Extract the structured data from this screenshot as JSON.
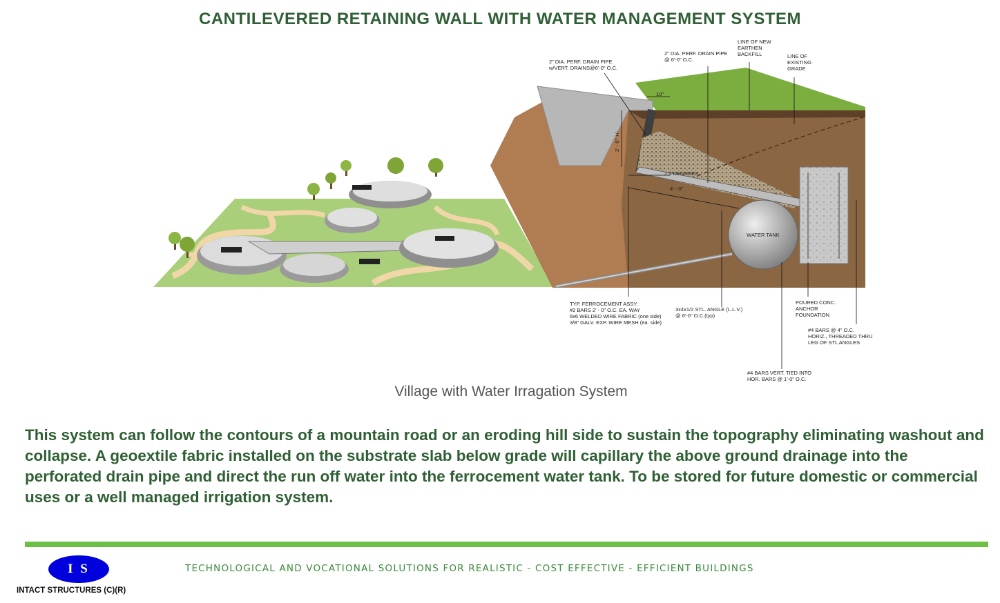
{
  "header": {
    "title": "CANTILEVERED RETAINING WALL WITH WATER MANAGEMENT SYSTEM"
  },
  "diagram": {
    "labels": {
      "drain_pipe_vert": [
        "2\" DIA. PERF. DRAIN PIPE",
        "w/VERT. DRAINS@6'-0\" O.C."
      ],
      "drain_pipe": [
        "2\" DIA. PERF. DRAIN PIPE",
        "@ 6'-0\" O.C."
      ],
      "new_backfill": [
        "LINE OF NEW",
        "EARTHEN",
        "BACKFILL"
      ],
      "existing_grade": [
        "LINE OF",
        "EXISTING",
        "GRADE"
      ],
      "dim_10": "10\"",
      "dim_height": "2' - 6\" +/-",
      "dim_slope": "2.5 DEGREES",
      "dim_4": "4' - 0\"",
      "water_tank": "WATER TANK",
      "ferrocement": [
        "TYP. FERROCEMENT ASSY:",
        "#2 BARS    2' - 0\" O.C. EA. WAY",
        "6x6 WELDED WIRE FABRIC (one side)",
        "3/8\" GALV. EXP. WIRE MESH (ea. side)"
      ],
      "steel_angle": [
        "3x4x1/2 STL. ANGLE (L.L.V.)",
        "@ 6'-0\" O.C.(typ)"
      ],
      "foundation": [
        "POURED CONC.",
        "ANCHOR",
        "FOUNDATION"
      ],
      "horiz_bars": [
        "#4 BARS  @ 4\" O.C.",
        "HORIZ., THREADED THRU",
        "LEG OF STL ANGLES"
      ],
      "vert_bars": [
        "#4 BARS VERT. TIED INTO",
        "HOR. BARS  @ 1'-0\" O.C."
      ]
    },
    "icons": {
      "tree": "tree-icon",
      "building": "dome-building-icon"
    },
    "colors": {
      "grass": "#7cad3f",
      "soil": "#8a6642",
      "soil_dark": "#5e3f27",
      "path": "#f1d7a8",
      "lawn": "#a9cf7b"
    }
  },
  "caption": "Village with Water Irragation System",
  "description": "This system can follow the contours of a mountain road or an eroding hill side to sustain the topography eliminating washout and collapse. A geoextile fabric installed on the substrate slab below grade will capillary the above ground drainage into the perforated drain pipe and direct the run off water into the ferrocement water tank. To be stored for future domestic or commercial uses or a well managed irrigation system.",
  "footer": {
    "logo_text": "I S",
    "company": "INTACT STRUCTURES (C)(R)",
    "tagline": "TECHNOLOGICAL AND VOCATIONAL SOLUTIONS FOR REALISTIC - COST EFFECTIVE - EFFICIENT BUILDINGS",
    "accent_color": "#6cbf45",
    "logo_color": "#0000dd"
  }
}
